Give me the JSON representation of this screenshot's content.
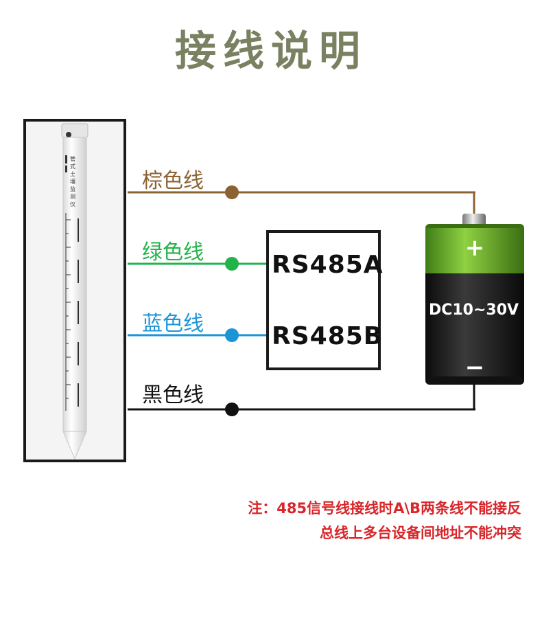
{
  "title": "接线说明",
  "wires": [
    {
      "label": "棕色线",
      "color": "#8b6232"
    },
    {
      "label": "绿色线",
      "color": "#22b34a"
    },
    {
      "label": "蓝色线",
      "color": "#1b95d6"
    },
    {
      "label": "黑色线",
      "color": "#111111"
    }
  ],
  "rs485": {
    "a": "RS485A",
    "b": "RS485B"
  },
  "battery": {
    "voltage": "DC10~30V",
    "plus": "+",
    "minus": "−",
    "top_color": "#6cae2c",
    "bottom_color": "#222222"
  },
  "sensor": {
    "label_text": "管式土壤监测仪"
  },
  "note": {
    "line1": "注：485信号线接线时A\\B两条线不能接反",
    "line2": "总线上多台设备间地址不能冲突"
  }
}
